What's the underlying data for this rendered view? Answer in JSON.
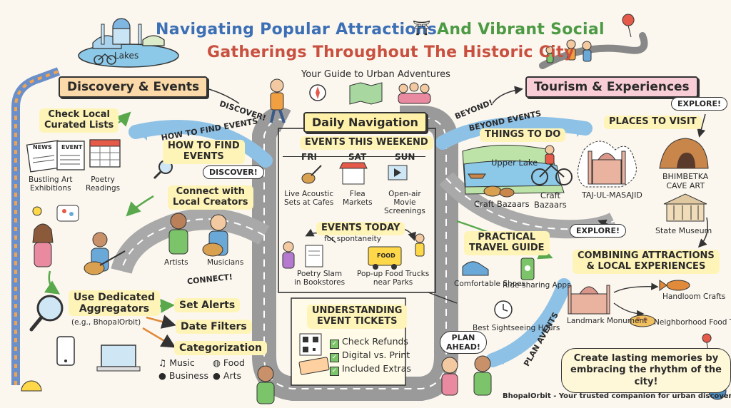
{
  "title": {
    "line1": "Navigating Popular Attractions",
    "line1b": "And Vibrant Social",
    "line2": "Gatherings Throughout The Historic City"
  },
  "subtitle": "Your Guide to Urban Adventures",
  "lakes_label": "Lakes",
  "discovery": {
    "banner": "Discovery & Events",
    "check_lists": "Check Local\nCurated Lists",
    "news_label": "NEWS",
    "event_label": "EVENT",
    "art_exhibitions": "Bustling Art\nExhibitions",
    "poetry_readings": "Poetry\nReadings",
    "how_to_find": "HOW TO FIND\nEVENTS",
    "discover_bubble": "DISCOVER!",
    "connect_creators": "Connect with\nLocal Creators",
    "artists": "Artists",
    "musicians": "Musicians",
    "aggregators": "Use Dedicated\nAggregators",
    "aggregators_eg": "(e.g., BhopalOrbit)",
    "set_alerts": "Set Alerts",
    "date_filters": "Date Filters",
    "categorization": "Categorization",
    "cat_music": "Music",
    "cat_food": "Food",
    "cat_business": "Business",
    "cat_arts": "Arts"
  },
  "road_labels": {
    "how_to_find": "HOW TO FIND EVENTS",
    "discover": "DISCOVER!",
    "connect": "CONNECT!",
    "beyond": "BEYOND!",
    "beyond_events": "BEYOND EVENTS",
    "plan_events": "PLAN AVENTS"
  },
  "center": {
    "daily_nav": "Daily Navigation",
    "events_weekend": "EVENTS THIS WEEKEND",
    "fri": "FRI",
    "sat": "SAT",
    "sun": "SUN",
    "live_acoustic": "Live Acoustic\nSets at Cafes",
    "flea_markets": "Flea\nMarkets",
    "open_air": "Open-air\nMovie\nScreenings",
    "events_today": "EVENTS TODAY",
    "spontaneity": "for spontaneity",
    "poetry_slam": "Poetry Slam\nin Bookstores",
    "food_trucks": "Pop-up Food Trucks\nnear Parks",
    "food_label": "FOOD",
    "tickets_title": "UNDERSTANDING\nEVENT TICKETS",
    "check_refunds": "Check Refunds",
    "digital_print": "Digital vs. Print",
    "included_extras": "Included Extras"
  },
  "tourism": {
    "banner": "Tourism & Experiences",
    "explore_bubble": "EXPLORE!",
    "things_to_do": "THINGS TO DO",
    "upper_lake": "Upper Lake",
    "craft_bazaars_1": "Craft Bazaars",
    "craft_bazaars_2": "Craft\nBazaars",
    "places_to_visit": "PLACES TO VISIT",
    "taj": "TAJ-UL-MASAJID",
    "bhimbetka": "BHIMBETKA\nCAVE ART",
    "state_museum": "State Museum",
    "explore_bubble_2": "EXPLORE!",
    "practical_guide": "PRACTICAL\nTRAVEL GUIDE",
    "comfortable_shoes": "Comfortable\nShoes",
    "ride_sharing": "Ride-sharing\nApps",
    "best_hours": "Best Sightseeing\nHours",
    "combining": "COMBINING ATTRACTIONS\n& LOCAL EXPERIENCES",
    "landmark": "Landmark\nMonument",
    "handloom": "Handloom\nCrafts",
    "food_tours": "Neighborhood\nFood Tours",
    "plan_ahead": "PLAN\nAHEAD!",
    "memories": "Create lasting memories by\nembracing the rhythm of the city!",
    "footer": "BhopalOrbit - Your trusted companion for urban discoveries"
  },
  "colors": {
    "background": "#fbf7ef",
    "discovery_banner": "#fbd9a8",
    "tourism_banner": "#f8cdd6",
    "highlight": "#fff1a8",
    "road": "#9a9a9a",
    "arrow_blue": "#6aa8d8",
    "arrow_green": "#7cc46a",
    "lake": "#8cc8e8"
  }
}
